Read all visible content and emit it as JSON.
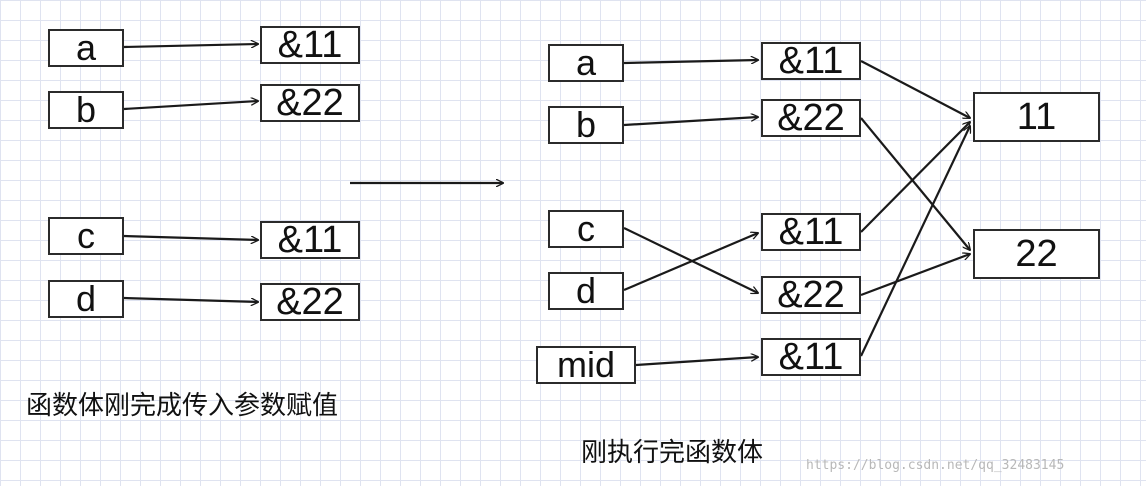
{
  "left": {
    "vars": [
      "a",
      "b",
      "c",
      "d"
    ],
    "refs": [
      "&11",
      "&22",
      "&11",
      "&22"
    ],
    "caption": "函数体刚完成传入参数赋值"
  },
  "right": {
    "vars": [
      "a",
      "b",
      "c",
      "d",
      "mid"
    ],
    "refs": [
      "&11",
      "&22",
      "&11",
      "&22",
      "&11"
    ],
    "values": [
      "11",
      "22"
    ],
    "caption": "刚执行完函数体"
  },
  "watermark": "https://blog.csdn.net/qq_32483145",
  "colors": {
    "line": "#1a1a1a",
    "border": "#2b2b2b",
    "grid": "#dfe3f0"
  }
}
